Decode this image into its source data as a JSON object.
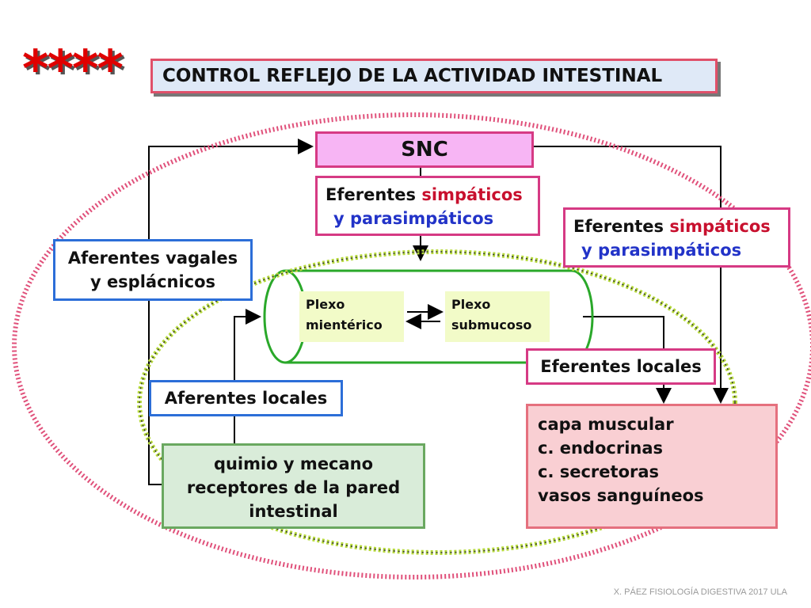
{
  "stars": "****",
  "title": "CONTROL REFLEJO DE LA ACTIVIDAD INTESTINAL",
  "snc": "SNC",
  "eferentes_centro": {
    "word": "Eferentes",
    "simp": "simpáticos",
    "para": "y parasimpáticos"
  },
  "eferentes_derecha": {
    "word": "Eferentes",
    "simp": "simpáticos",
    "para": "y parasimpáticos"
  },
  "aferentes_vagales": {
    "line1": "Aferentes vagales",
    "line2": "y esplácnicos"
  },
  "plexo_mienterico": {
    "line1": "Plexo",
    "line2": "mientérico"
  },
  "plexo_submucoso": {
    "line1": "Plexo",
    "line2": "submucoso"
  },
  "eferentes_locales": "Eferentes locales",
  "aferentes_locales": "Aferentes locales",
  "receptores": {
    "line1": "quimio y mecano",
    "line2": "receptores de la pared",
    "line3": "intestinal"
  },
  "efectores": [
    "capa muscular",
    "c. endocrinas",
    "c. secretoras",
    "vasos sanguíneos"
  ],
  "footer": "X. PÁEZ   FISIOLOGÍA DIGESTIVA 2017 ULA",
  "colors": {
    "pink_border": "#d63a84",
    "blue_border": "#2c6ed8",
    "green_border": "#6aa860",
    "dotted_ellipse": "#e0507a",
    "inner_ellipse": "#b5d93a"
  }
}
